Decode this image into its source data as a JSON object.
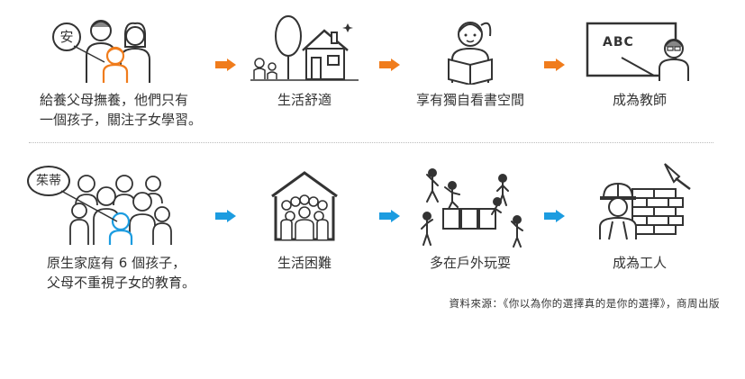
{
  "rows": [
    {
      "name_badge": "安",
      "arrow_color": "#f07c1c",
      "steps": [
        {
          "caption_lines": [
            "給養父母撫養，他們只有",
            "一個孩子，關注子女學習。"
          ],
          "icon": "family-small-icon"
        },
        {
          "caption_lines": [
            "生活舒適"
          ],
          "icon": "house-comfortable-icon"
        },
        {
          "caption_lines": [
            "享有獨自看書空間"
          ],
          "icon": "girl-reading-icon"
        },
        {
          "caption_lines": [
            "成為教師"
          ],
          "icon": "teacher-blackboard-icon",
          "board_text": "ABC"
        }
      ]
    },
    {
      "name_badge": "茱蒂",
      "arrow_color": "#1c9ce0",
      "steps": [
        {
          "caption_lines": [
            "原生家庭有 6 個孩子，",
            "父母不重視子女的教育。"
          ],
          "icon": "family-large-icon"
        },
        {
          "caption_lines": [
            "生活困難"
          ],
          "icon": "house-crowded-icon"
        },
        {
          "caption_lines": [
            "多在戶外玩耍"
          ],
          "icon": "children-playing-outdoor-icon"
        },
        {
          "caption_lines": [
            "成為工人"
          ],
          "icon": "construction-worker-icon"
        }
      ]
    }
  ],
  "source": "資料來源：《你以為你的選擇真的是你的選擇》，商周出版",
  "colors": {
    "highlight": "#f07c1c",
    "stroke": "#333333"
  }
}
